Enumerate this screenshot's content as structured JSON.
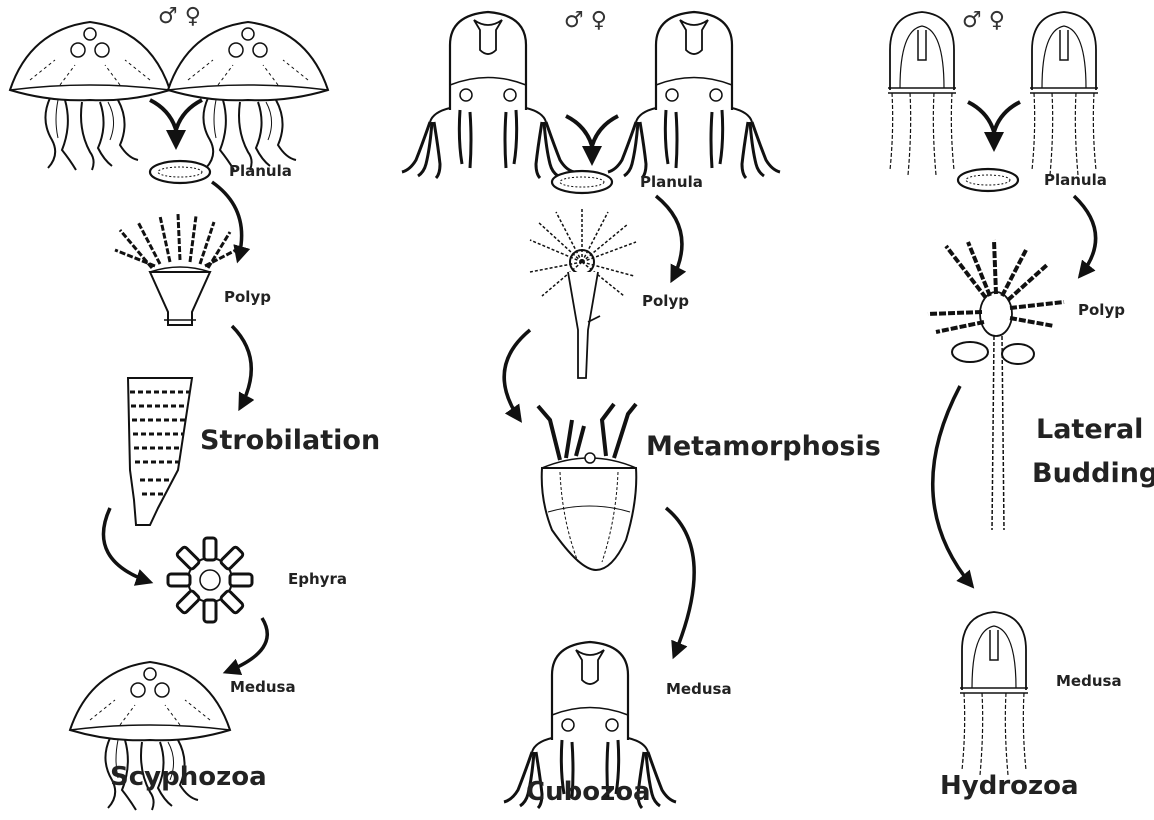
{
  "colors": {
    "ink": "#111111",
    "background": "#ffffff"
  },
  "symbols": {
    "male": "♂",
    "female": "♀"
  },
  "columns": [
    {
      "name": "Scyphozoa",
      "stages": {
        "planula": "Planula",
        "polyp": "Polyp",
        "transition": "Strobilation",
        "ephyra": "Ephyra",
        "medusa": "Medusa"
      }
    },
    {
      "name": "Cubozoa",
      "stages": {
        "planula": "Planula",
        "polyp": "Polyp",
        "transition": "Metamorphosis",
        "medusa": "Medusa"
      }
    },
    {
      "name": "Hydrozoa",
      "stages": {
        "planula": "Planula",
        "polyp": "Polyp",
        "transition_line1": "Lateral",
        "transition_line2": "Budding",
        "medusa": "Medusa"
      }
    }
  ]
}
